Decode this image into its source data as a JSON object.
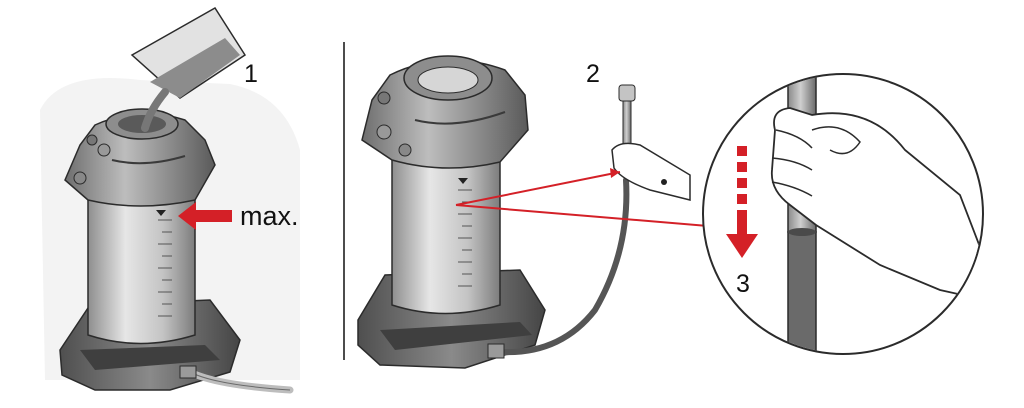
{
  "labels": {
    "step_1": "1",
    "step_2": "2",
    "step_3": "3",
    "max": "max."
  },
  "colors": {
    "arrow_red": "#d42027",
    "outline": "#2b2b2b",
    "body_gray": "#c9c9c9",
    "dark_gray": "#5f5f5f",
    "hose": "#6a6a6a"
  }
}
